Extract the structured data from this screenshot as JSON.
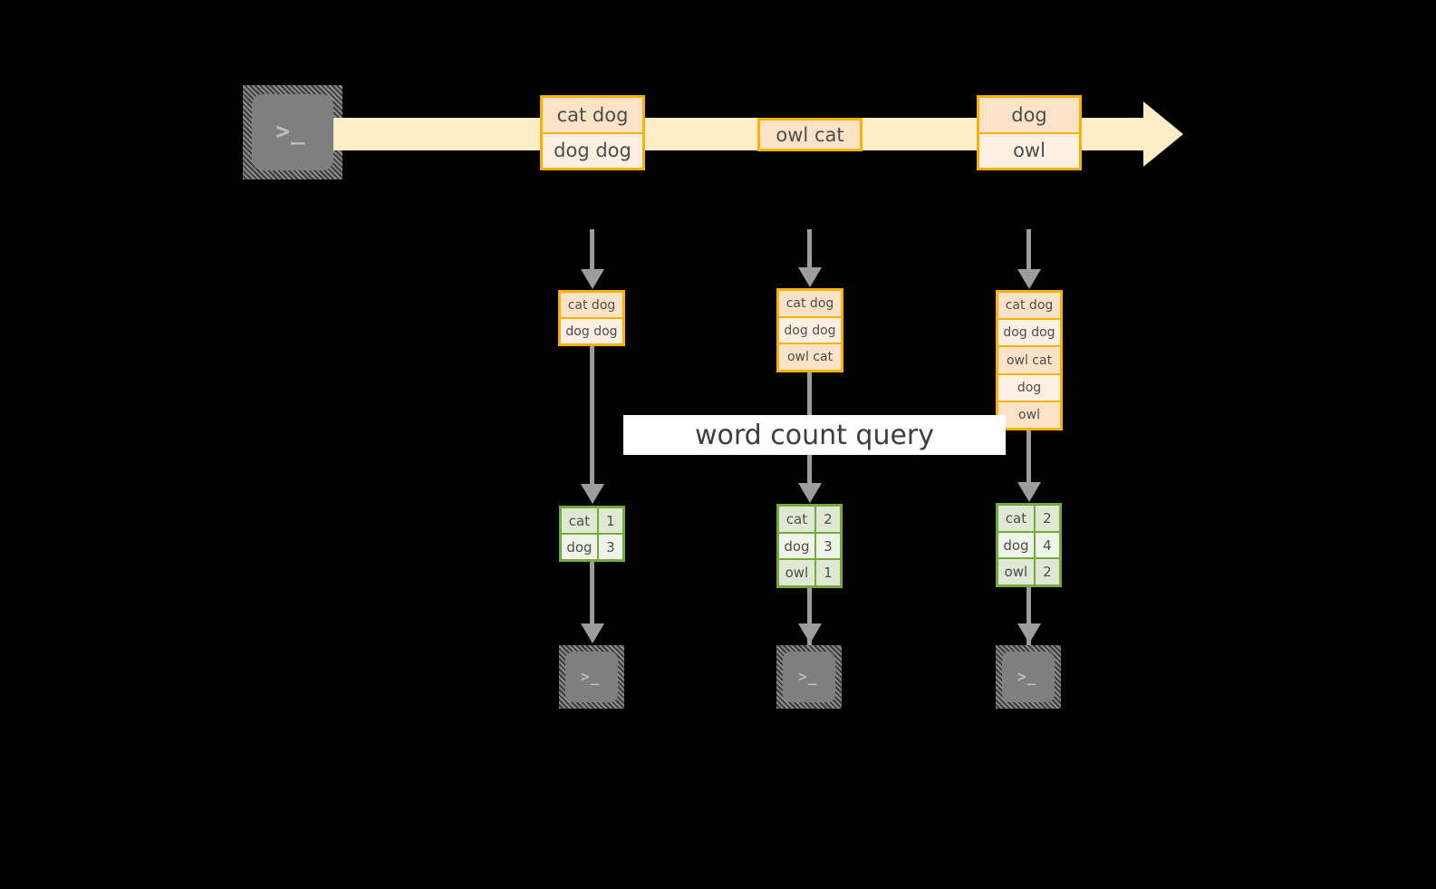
{
  "diagram": {
    "title": "word count query",
    "colors": {
      "background": "#000000",
      "stream_fill": "#fdeec8",
      "record_border": "#ffb000",
      "record_fill_light": "#fdf0e3",
      "record_fill_tint": "#fce2c6",
      "table_border": "#77a93c",
      "table_fill_light": "#eff4e9",
      "table_fill_tint": "#dfe8d3",
      "arrow_gray": "#9d9d9d",
      "terminal_body": "#7f7f7f",
      "text": "#4d4d4d",
      "banner_fill": "#ffffff"
    }
  },
  "source_terminal": {
    "icon": "terminal-icon",
    "glyph": ">_"
  },
  "stream": {
    "icon": "stream-arrow-icon",
    "batches": [
      {
        "id": "batch-1",
        "rows": [
          {
            "text": "cat dog"
          },
          {
            "text": "dog dog"
          }
        ]
      },
      {
        "id": "batch-2",
        "rows": [
          {
            "text": "owl cat"
          }
        ]
      },
      {
        "id": "batch-3",
        "rows": [
          {
            "text": "dog"
          },
          {
            "text": "owl"
          }
        ]
      }
    ]
  },
  "columns": [
    {
      "id": "column-1",
      "input_arrow": "dashed-down-arrow-icon",
      "accumulated": {
        "rows": [
          {
            "text": "cat dog"
          },
          {
            "text": "dog dog"
          }
        ]
      },
      "query_arrow": "down-arrow-icon",
      "result": {
        "rows": [
          {
            "word": "cat",
            "count": "1"
          },
          {
            "word": "dog",
            "count": "3"
          }
        ]
      },
      "output_arrow": "down-arrow-icon",
      "sink_terminal": {
        "icon": "terminal-icon",
        "glyph": ">_"
      }
    },
    {
      "id": "column-2",
      "input_arrow": "dashed-down-arrow-icon",
      "accumulated": {
        "rows": [
          {
            "text": "cat dog"
          },
          {
            "text": "dog dog"
          },
          {
            "text": "owl cat"
          }
        ]
      },
      "query_arrow": "down-arrow-icon",
      "result": {
        "rows": [
          {
            "word": "cat",
            "count": "2"
          },
          {
            "word": "dog",
            "count": "3"
          },
          {
            "word": "owl",
            "count": "1"
          }
        ]
      },
      "output_arrow": "down-arrow-icon",
      "sink_terminal": {
        "icon": "terminal-icon",
        "glyph": ">_"
      }
    },
    {
      "id": "column-3",
      "input_arrow": "dashed-down-arrow-icon",
      "accumulated": {
        "rows": [
          {
            "text": "cat dog"
          },
          {
            "text": "dog dog"
          },
          {
            "text": "owl cat"
          },
          {
            "text": "dog"
          },
          {
            "text": "owl"
          }
        ]
      },
      "query_arrow": "down-arrow-icon",
      "result": {
        "rows": [
          {
            "word": "cat",
            "count": "2"
          },
          {
            "word": "dog",
            "count": "4"
          },
          {
            "word": "owl",
            "count": "2"
          }
        ]
      },
      "output_arrow": "down-arrow-icon",
      "sink_terminal": {
        "icon": "terminal-icon",
        "glyph": ">_"
      }
    }
  ]
}
